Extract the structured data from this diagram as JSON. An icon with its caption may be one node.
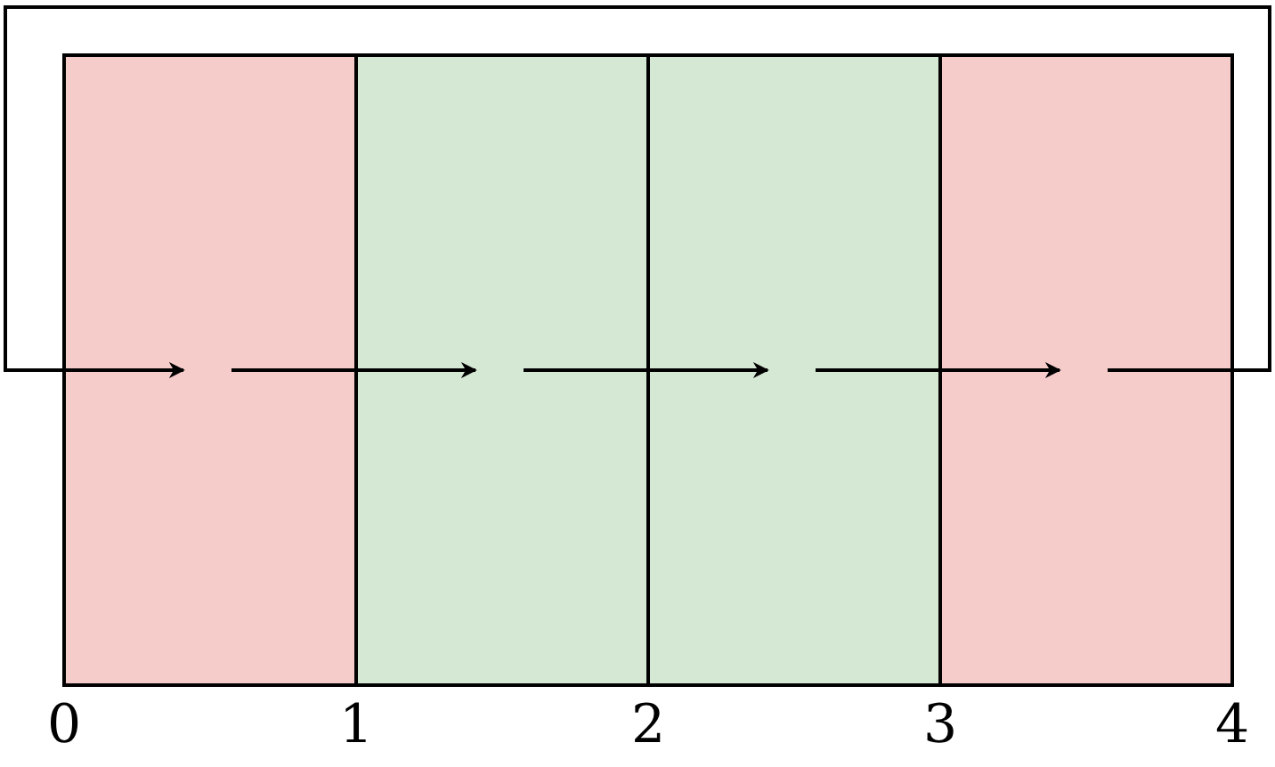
{
  "diagram": {
    "nodes": [
      {
        "text": [],
        "shape": "box"
      },
      {
        "text": [],
        "shape": "box"
      },
      {
        "text": [],
        "shape": "box"
      },
      {
        "text": [],
        "shape": "box"
      }
    ],
    "edges": [
      {
        "from": 0,
        "to": 1,
        "arrow": "to"
      },
      {
        "from": 1,
        "to": 2,
        "arrow": "to"
      },
      {
        "from": 2,
        "to": 3,
        "arrow": "to"
      },
      {
        "from": 3,
        "to": 0,
        "arrow": "to"
      }
    ],
    "labels": [
      "0",
      "1",
      "2",
      "3",
      "4"
    ]
  }
}
